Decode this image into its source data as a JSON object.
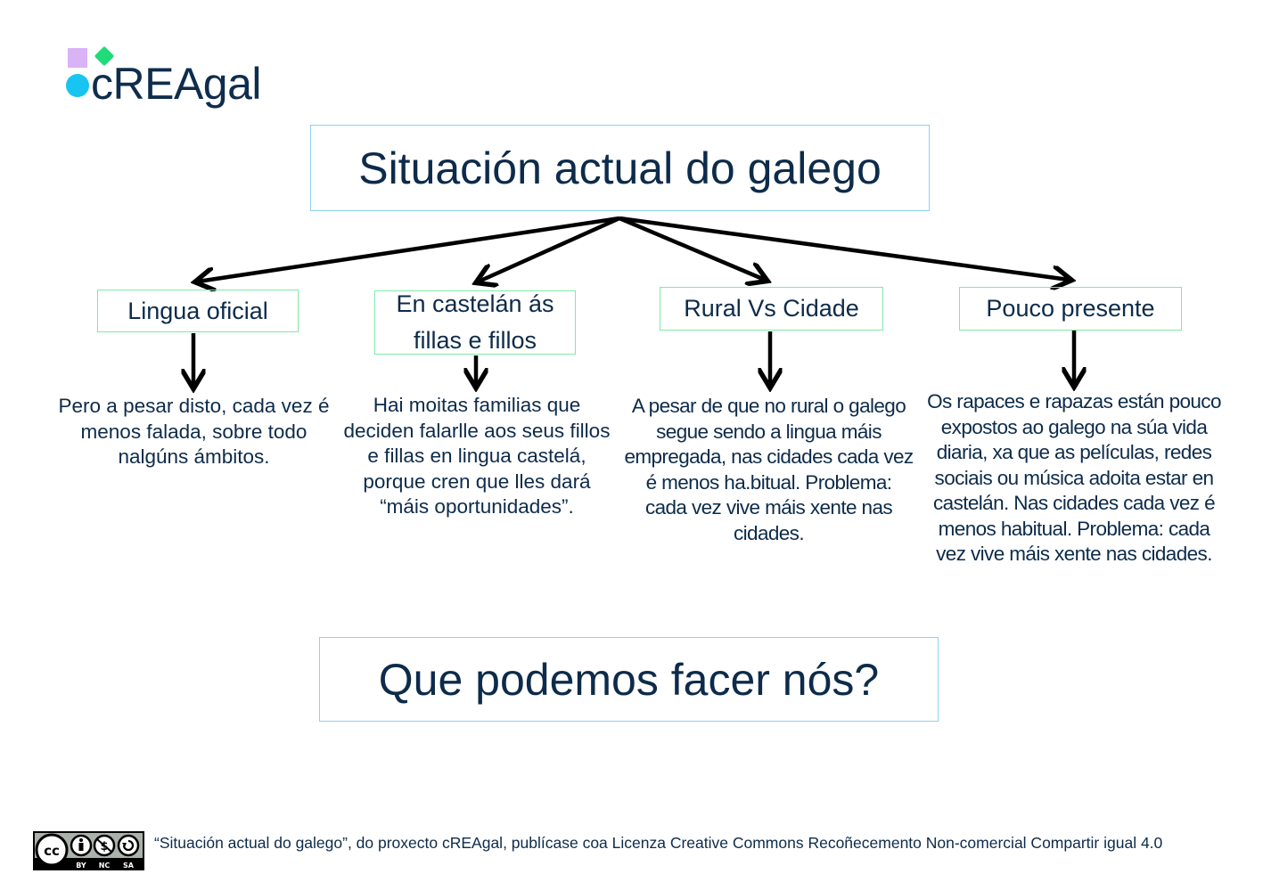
{
  "logo": {
    "text": "cREAgal",
    "colors": {
      "square": "#d9b3f5",
      "diamond": "#1fdc78",
      "circle": "#18c4f0",
      "text": "#0f2d4d"
    }
  },
  "diagram": {
    "title": "Situación actual do galego",
    "nodes": [
      {
        "label": "Lingua oficial",
        "description": "Pero a pesar disto, cada vez é menos falada, sobre todo nalgúns ámbitos."
      },
      {
        "label": "En castelán ás fillas e fillos",
        "description": "Hai moitas familias que deciden falarlle aos seus fillos e fillas en lingua castelá, porque cren que lles dará “máis oportunidades”."
      },
      {
        "label": "Rural Vs Cidade",
        "description": "A pesar de que no rural o galego segue sendo a lingua máis empregada, nas cidades cada vez é menos ha.bitual. Problema: cada vez vive máis xente nas cidades."
      },
      {
        "label": "Pouco presente",
        "description": "Os rapaces e rapazas están pouco expostos ao galego na súa vida diaria, xa que as películas, redes sociais ou música adoita estar en castelán. Nas cidades cada vez é menos habitual. Problema: cada vez vive máis xente nas cidades."
      }
    ],
    "question": "Que podemos facer nós?",
    "colors": {
      "title_border": "#8fd0f0",
      "node_border": "#7feaa8",
      "text": "#0d2b4a",
      "arrow": "#000000"
    }
  },
  "footer": {
    "license_badge": {
      "icons": [
        "cc-icon",
        "by-icon",
        "nc-icon",
        "sa-icon"
      ],
      "labels": [
        "BY",
        "NC",
        "SA"
      ]
    },
    "text": "“Situación actual do galego”, do proxecto cREAgal, publícase coa Licenza Creative Commons Recoñecemento Non-comercial Compartir igual 4.0"
  }
}
